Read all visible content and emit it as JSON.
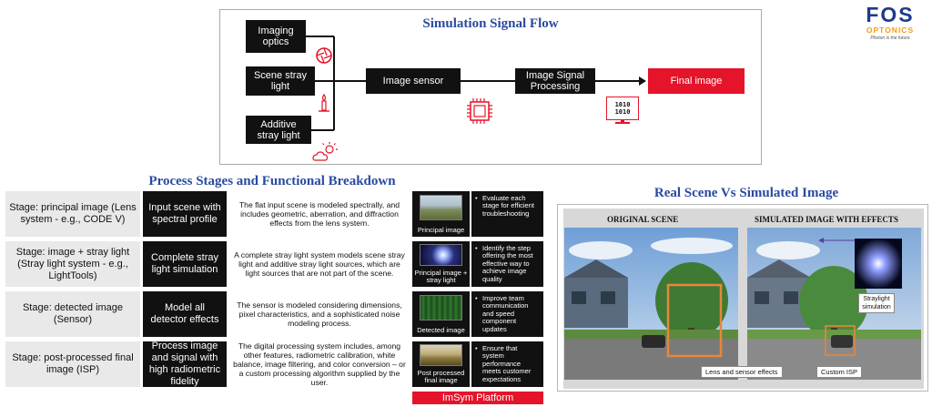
{
  "flow": {
    "title": "Simulation Signal Flow",
    "imaging_optics": "Imaging optics",
    "scene_stray_light": "Scene stray light",
    "additive_stray_light": "Additive stray light",
    "image_sensor": "Image sensor",
    "isp": "Image Signal Processing",
    "final_image": "Final image",
    "monitor_text": "1010\n1010"
  },
  "logo": {
    "main": "FOS",
    "sub": "OPTONICS",
    "tagline": "Photon is the future"
  },
  "table": {
    "title": "Process Stages and Functional Breakdown",
    "rows": [
      {
        "stage": "Stage: principal image (Lens system - e.g., CODE V)",
        "function": "Input scene with spectral profile",
        "description": "The flat input scene is modeled spectrally, and includes geometric, aberration, and diffraction effects from the lens system.",
        "thumb_caption": "Principal image",
        "benefit": "Evaluate each stage for efficient troubleshooting"
      },
      {
        "stage": "Stage: image + stray light (Stray light system - e.g., LightTools)",
        "function": "Complete stray light simulation",
        "description": "A complete stray light system models scene stray light and additive stray light sources, which are light sources that are not part of the scene.",
        "thumb_caption": "Principal image + stray light",
        "benefit": "Identify the step offering the most effective way to achieve image quality"
      },
      {
        "stage": "Stage: detected image (Sensor)",
        "function": "Model all detector effects",
        "description": "The sensor is modeled considering dimensions, pixel characteristics, and a sophisticated noise modeling process.",
        "thumb_caption": "Detected image",
        "benefit": "Improve team communication and speed component updates"
      },
      {
        "stage": "Stage: post-processed final image (ISP)",
        "function": "Process image and signal with high radiometric fidelity",
        "description": "The digital processing system includes, among other features, radiometric calibration, white balance, image filtering, and color conversion – or a custom processing algorithm supplied by the user.",
        "thumb_caption": "Post processed final image",
        "benefit": "Ensure that system performance meets customer expectations"
      }
    ],
    "platform": "ImSym Platform"
  },
  "comparison": {
    "title": "Real Scene Vs Simulated Image",
    "original_label": "ORIGINAL SCENE",
    "simulated_label": "SIMULATED IMAGE WITH EFFECTS",
    "stray_light_tag": "Straylight simulation",
    "lens_sensor_tag": "Lens and sensor effects",
    "custom_isp_tag": "Custom ISP"
  },
  "colors": {
    "title_blue": "#2a4aa0",
    "accent_red": "#e5142a",
    "box_black": "#111111",
    "highlight_orange": "#e8863a"
  }
}
